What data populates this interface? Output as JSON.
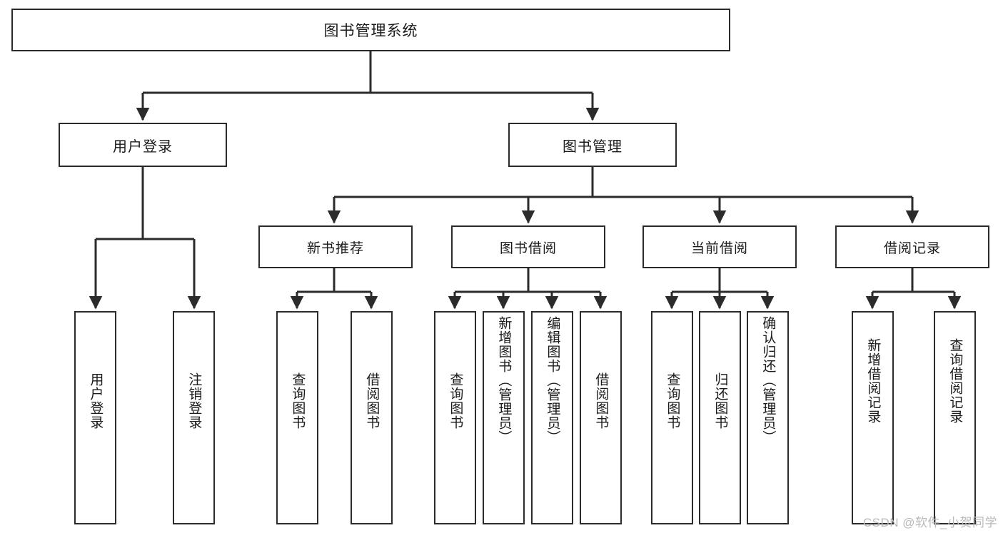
{
  "diagram": {
    "title": "图书管理系统",
    "type": "tree-hierarchy-chart",
    "watermark": "CSDN @软件_小贺同学",
    "colors": {
      "border": "#2b2b2b",
      "background": "#ffffff",
      "text": "#1a1a1a",
      "edge": "#2b2b2b",
      "watermark": "#b9b9b9"
    }
  },
  "nodes": {
    "root": {
      "label": "图书管理系统"
    },
    "level2": [
      {
        "id": "user-login",
        "label": "用户登录"
      },
      {
        "id": "book-manage",
        "label": "图书管理"
      }
    ],
    "level3": [
      {
        "id": "new-book-recommend",
        "label": "新书推荐"
      },
      {
        "id": "book-borrow",
        "label": "图书借阅"
      },
      {
        "id": "current-borrow",
        "label": "当前借阅"
      },
      {
        "id": "borrow-record",
        "label": "借阅记录"
      }
    ],
    "leaves": {
      "user_login": [
        {
          "id": "leaf-user-login",
          "label": "用户登录"
        },
        {
          "id": "leaf-user-logout",
          "label": "注销登录"
        }
      ],
      "new_book_recommend": [
        {
          "id": "leaf-query-book-1",
          "label": "查询图书"
        },
        {
          "id": "leaf-borrow-book-1",
          "label": "借阅图书"
        }
      ],
      "book_borrow": [
        {
          "id": "leaf-query-book-2",
          "label": "查询图书"
        },
        {
          "id": "leaf-add-book",
          "label": "新增图书（管理员）"
        },
        {
          "id": "leaf-edit-book",
          "label": "编辑图书（管理员）"
        },
        {
          "id": "leaf-borrow-book-2",
          "label": "借阅图书"
        }
      ],
      "current_borrow": [
        {
          "id": "leaf-query-book-3",
          "label": "查询图书"
        },
        {
          "id": "leaf-return-book",
          "label": "归还图书"
        },
        {
          "id": "leaf-confirm-return",
          "label": "确认归还（管理员）"
        }
      ],
      "borrow_record": [
        {
          "id": "leaf-add-record",
          "label": "新增借阅记录"
        },
        {
          "id": "leaf-query-record",
          "label": "查询借阅记录"
        }
      ]
    }
  }
}
